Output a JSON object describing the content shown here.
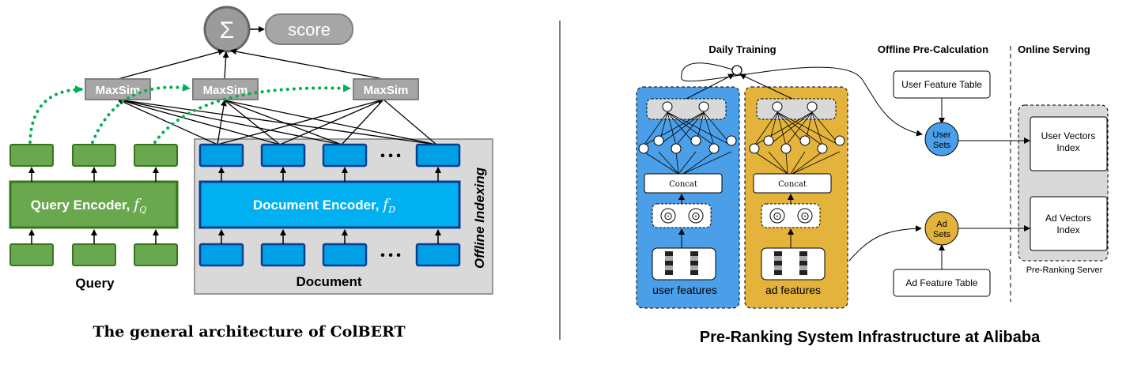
{
  "colbert": {
    "sigma": "Σ",
    "score": "score",
    "maxsim": [
      "MaxSim",
      "MaxSim",
      "MaxSim"
    ],
    "query_encoder": "Query Encoder,",
    "query_encoder_sym": "f",
    "query_encoder_sub": "Q",
    "document_encoder": "Document Encoder,",
    "document_encoder_sym": "f",
    "document_encoder_sub": "D",
    "offline_indexing": "Offline Indexing",
    "query_label": "Query",
    "document_label": "Document",
    "ellipsis": "• • •",
    "caption": "The general architecture of ColBERT",
    "colors": {
      "green": "#6aa84f",
      "green_border": "#38761d",
      "blue": "#00a0e6",
      "blue_border": "#0b3d91",
      "gray": "#a6a6a6",
      "dots": "#00b050"
    }
  },
  "alibaba": {
    "daily_training": "Daily Training",
    "offline_precalc": "Offline Pre-Calculation",
    "online_serving": "Online Serving",
    "concat": "Concat",
    "odot": "⊙",
    "user_features": "user features",
    "ad_features": "ad features",
    "user_feature_table": "User Feature Table",
    "ad_feature_table": "Ad Feature Table",
    "user_sets": [
      "User",
      "Sets"
    ],
    "ad_sets": [
      "Ad",
      "Sets"
    ],
    "user_vectors_index": [
      "User Vectors",
      "Index"
    ],
    "ad_vectors_index": [
      "Ad Vectors",
      "Index"
    ],
    "pre_ranking_server": "Pre-Ranking Server",
    "caption": "Pre-Ranking System Infrastructure at Alibaba",
    "colors": {
      "blue": "#4a9fe8",
      "yellow": "#e3b33b"
    }
  }
}
